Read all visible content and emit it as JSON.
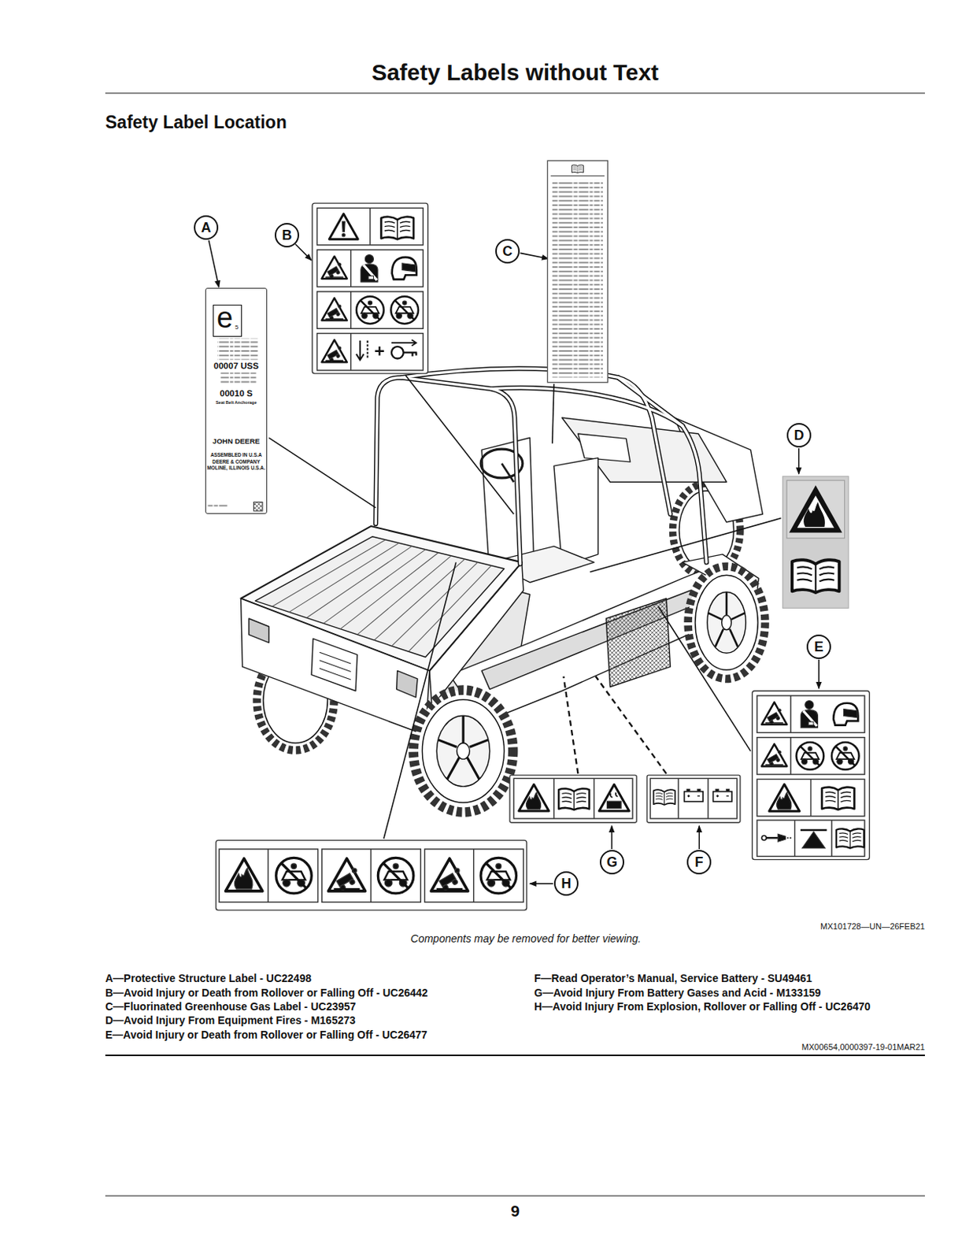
{
  "diagram": {
    "title": "Safety Labels without Text",
    "caption": "Components may be removed for better viewing.",
    "nodes": [
      {
        "text": [
          "A"
        ]
      },
      {
        "text": [
          "00007 USS",
          "00010 S",
          "Seat Belt Anchorage",
          "JOHN DEERE",
          "ASSEMBLED IN U.S.A DEERE & COMPANY MOLINE, ILLINOIS U.S.A."
        ]
      },
      {
        "text": [
          "e",
          "5"
        ],
        "in": 1
      },
      {
        "text": [
          "B"
        ]
      },
      {
        "text": [
          "C"
        ]
      },
      {
        "text": [
          "D"
        ]
      },
      {
        "text": [
          "E"
        ]
      },
      {
        "text": [
          "G"
        ]
      },
      {
        "text": [
          "F"
        ]
      },
      {
        "text": [
          "H"
        ]
      }
    ],
    "edges": [
      {
        "from": 0,
        "to": 1,
        "arrow": "to"
      }
    ],
    "labels": [
      "Safety Label Location",
      "MX101728—UN—26FEB21",
      "A—Protective Structure Label - UC22498",
      "B—Avoid Injury or Death from Rollover or Falling Off - UC26442",
      "C—Fluorinated Greenhouse Gas Label - UC23957",
      "D—Avoid Injury From Equipment Fires - M165273",
      "E—Avoid Injury or Death from Rollover or Falling Off - UC26477",
      "F—Read Operator’s Manual, Service Battery - SU49461",
      "G—Avoid Injury From Battery Gases and Acid - M133159",
      "H—Avoid Injury From Explosion, Rollover or Falling Off - UC26470",
      "MX00654,0000397-19-01MAR21",
      "9"
    ]
  }
}
